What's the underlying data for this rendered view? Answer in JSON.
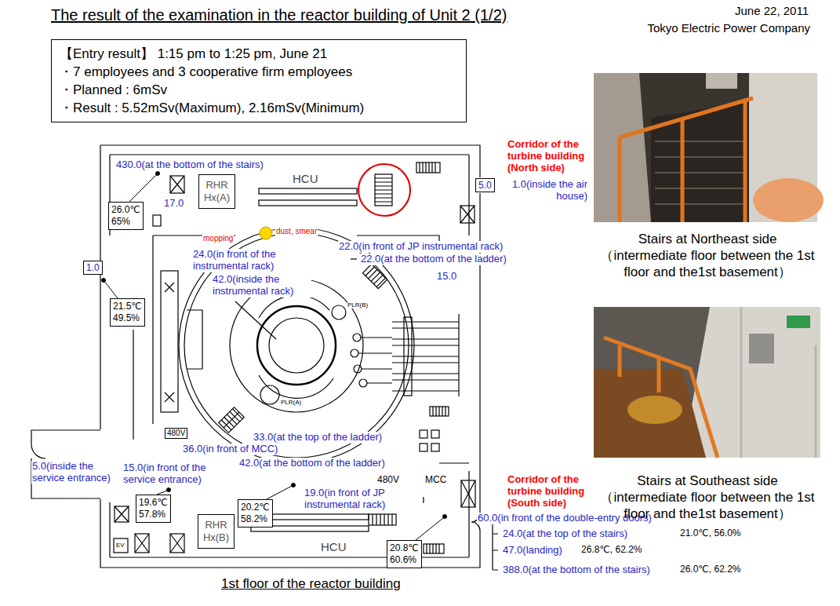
{
  "diagram": {
    "title": "The result of the examination in the reactor building of Unit 2 (1/2)",
    "caption": "1st floor of the reactor building",
    "nodes": [
      {
        "text": [
          "【Entry result】 1:15 pm to 1:25 pm, June 21",
          "・7 employees and 3 cooperative firm employees",
          "・Planned : 6mSv",
          "・Result : 5.52mSv(Maximum), 2.16mSv(Minimum)"
        ]
      },
      {
        "text": [
          "RHR Hx(A)"
        ]
      },
      {
        "text": [
          "26.0℃ 65%"
        ]
      },
      {
        "text": [
          "5.0"
        ]
      },
      {
        "text": [
          "1.0"
        ]
      },
      {
        "text": [
          "21.5℃ 49.5%"
        ]
      },
      {
        "text": [
          "480V"
        ]
      },
      {
        "text": [
          "19.6℃ 57.8%"
        ]
      },
      {
        "text": [
          "RHR Hx(B)"
        ]
      },
      {
        "text": [
          "20.2℃ 58.2%"
        ]
      },
      {
        "text": [
          "20.8℃ 60.6%"
        ]
      }
    ],
    "labels": [
      "June 22, 2011",
      "Tokyo Electric Power Company",
      "Corridor of the turbine building (North side)",
      "430.0(at the bottom of the stairs)",
      "17.0",
      "1.0(inside the air house)",
      "HCU",
      "mopping",
      "dust, smear",
      "22.0(in front of JP instrumental rack)",
      "22.0(at the bottom of the ladder)",
      "24.0(in front of the instrumental rack)",
      "15.0",
      "42.0(inside the instrumental rack)",
      "PLR(B)",
      "PLR(A)",
      "33.0(at the top of the ladder)",
      "36.0(in front of MCC)",
      "42.0(at the bottom of the ladder)",
      "5.0(inside the service entrance)",
      "15.0(in front of the service entrance)",
      "19.0(in front of JP instrumental rack)",
      "480V",
      "MCC",
      "HCU",
      "Corridor of the turbine building (South side)",
      "60.0(in front of the double-entry doors)",
      "24.0(at the top of the stairs)",
      "21.0℃, 56.0%",
      "47.0(landing)",
      "26.8℃, 62.2%",
      "388.0(at the bottom of the stairs)",
      "26.0℃, 62.2%",
      "EV",
      "Stairs at Northeast side",
      "（intermediate floor between the 1st floor and the1st basement）",
      "Stairs at Southeast side",
      "（intermediate floor between the 1st floor and the1st basement）"
    ]
  }
}
